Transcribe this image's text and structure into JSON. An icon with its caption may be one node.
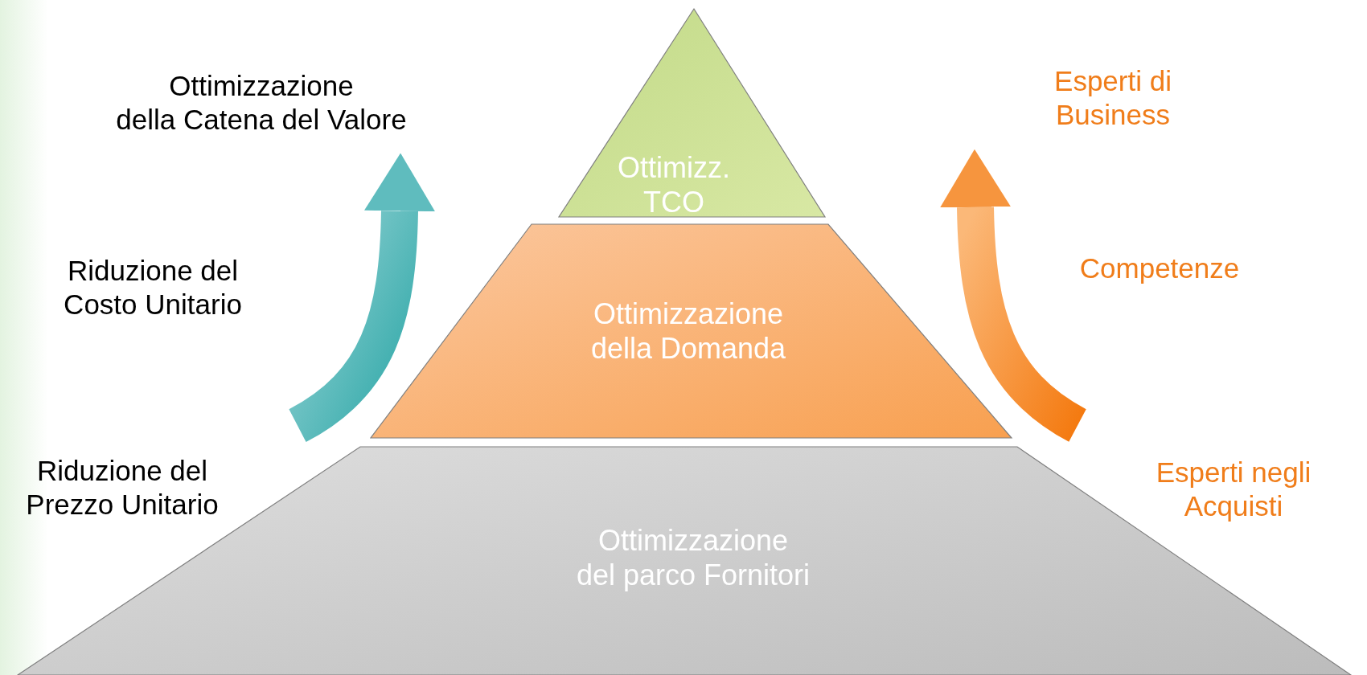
{
  "diagram": {
    "nodes": [
      {
        "text": [
          "Ottimizz. TCO"
        ]
      },
      {
        "text": [
          "Ottimizzazione della Domanda"
        ]
      },
      {
        "text": [
          "Ottimizzazione del parco Fornitori"
        ]
      },
      {
        "text": [
          "Ottimizzazione della Catena del Valore"
        ]
      },
      {
        "text": [
          "Esperti di Business"
        ]
      },
      {
        "text": [
          "Riduzione del Prezzo Unitario"
        ]
      },
      {
        "text": [
          "Esperti negli Acquisti"
        ]
      }
    ],
    "edges": [
      {
        "from": null,
        "to": 3,
        "arrow": "to"
      },
      {
        "from": null,
        "to": 4,
        "arrow": "to"
      }
    ],
    "labels": [
      "Riduzione del Costo Unitario",
      "Competenze"
    ]
  }
}
